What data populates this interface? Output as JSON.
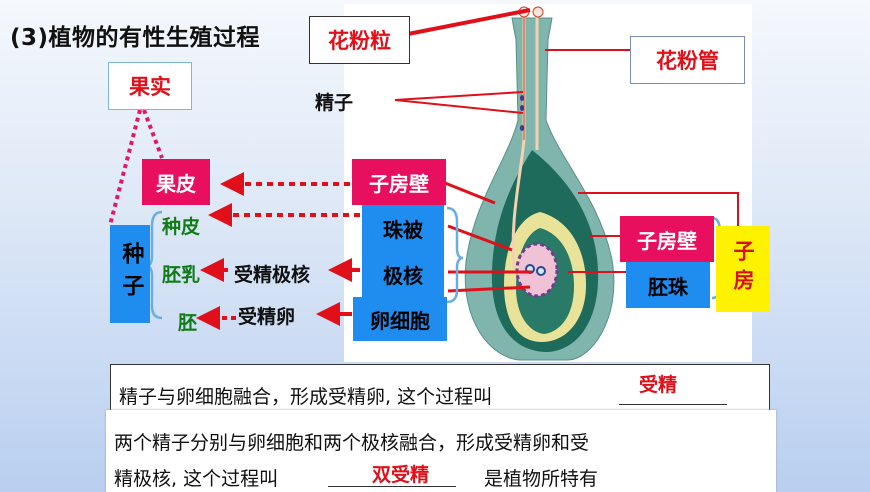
{
  "title": "(3)植物的有性生殖过程",
  "labels": {
    "pollen_grain": "花粉粒",
    "pollen_tube": "花粉管",
    "sperm": "精子",
    "fruit": "果实",
    "pericarp": "果皮",
    "ovary_wall_left": "子房壁",
    "seed": "种子",
    "seed_coat": "种皮",
    "endosperm": "胚乳",
    "embryo": "胚",
    "integument": "珠被",
    "polar_nuclei": "极核",
    "egg_cell": "卵细胞",
    "fertilized_polar": "受精极核",
    "fertilized_egg": "受精卵",
    "ovary_wall_right": "子房壁",
    "ovule": "胚珠",
    "ovary": "子房"
  },
  "statements": {
    "s1_text": "精子与卵细胞融合，形成受精卵, 这个过程叫",
    "s1_answer": "受精",
    "s2_line1": "两个精子分别与卵细胞和两个极核融合，形成受精卵和受",
    "s2_line2_prefix": "精极核, 这个过程叫",
    "s2_answer": "双受精",
    "s2_suffix": "是植物所特有"
  },
  "colors": {
    "arrow_red": "#e0101a",
    "pink": "#e8105e",
    "blue": "#1f8cf0",
    "yellow": "#fff200",
    "green": "#127a18",
    "brace": "#6aaee0"
  }
}
